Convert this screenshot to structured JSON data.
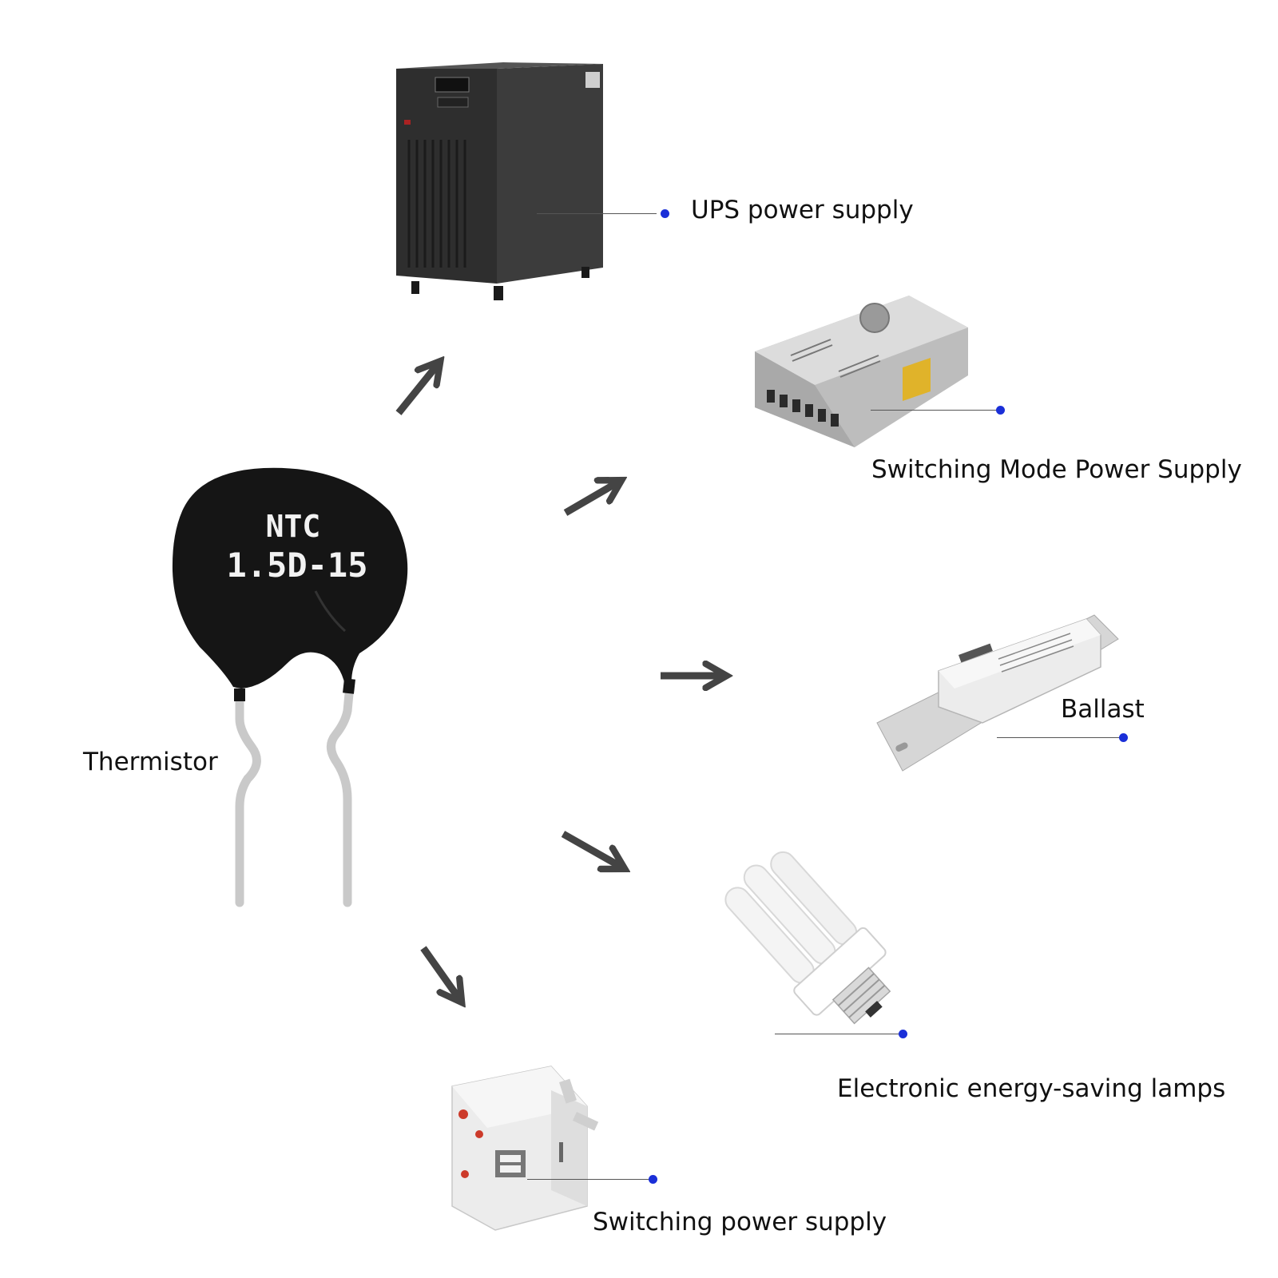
{
  "thermistor": {
    "label": "Thermistor",
    "marking_line1": "NTC",
    "marking_line2": "1.5D-15"
  },
  "applications": {
    "ups": "UPS power supply",
    "smps": "Switching Mode Power Supply",
    "ballast": "Ballast",
    "lamp": "Electronic energy-saving lamps",
    "adapter": "Switching power supply"
  },
  "colors": {
    "callout_dot": "#1a2fd8",
    "arrow": "#444444",
    "thermistor_body": "#151515"
  },
  "icons": [
    "arrow-icon",
    "callout-dot-icon"
  ]
}
